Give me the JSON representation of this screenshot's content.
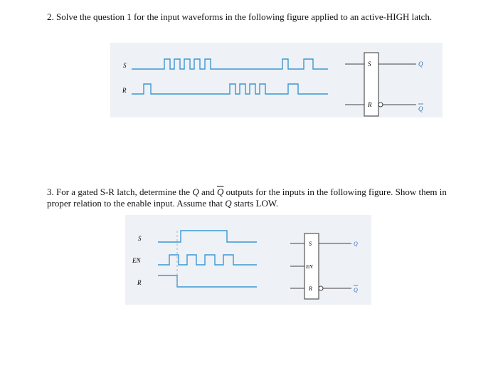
{
  "q2": {
    "number": "2.",
    "text": "Solve the question 1 for the input waveforms in the following figure applied to an active-HIGH latch.",
    "figure": {
      "input_labels": {
        "s": "S",
        "r": "R"
      },
      "block_pins": {
        "s": "S",
        "r": "R"
      },
      "outputs": {
        "q": "Q",
        "qbar": "Q"
      }
    }
  },
  "q3": {
    "number": "3.",
    "text_before_q": "For a gated S-R latch, determine the ",
    "q_symbol": "Q",
    "and_word": " and ",
    "qbar_symbol": "Q",
    "text_after_qbar": " outputs for the inputs in the following figure. Show them in proper relation to the enable input. Assume that ",
    "q_symbol_2": "Q",
    "text_end": " starts LOW.",
    "figure": {
      "input_labels": {
        "s": "S",
        "en": "EN",
        "r": "R"
      },
      "block_pins": {
        "s": "S",
        "en": "EN",
        "r": "R"
      },
      "outputs": {
        "q": "Q",
        "qbar": "Q"
      }
    }
  },
  "colors": {
    "waveform": "#3c97d3",
    "figure_background": "#eef1f5"
  }
}
